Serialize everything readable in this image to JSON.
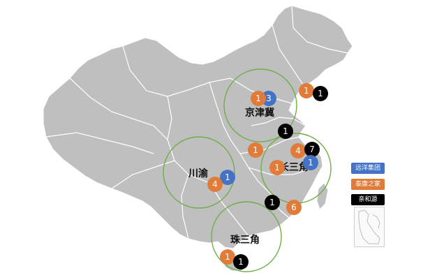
{
  "map": {
    "regions": [
      {
        "key": "jjj",
        "name": "京津冀"
      },
      {
        "key": "cy",
        "name": "川渝"
      },
      {
        "key": "csj",
        "name": "长三角"
      },
      {
        "key": "zsj",
        "name": "珠三角"
      }
    ],
    "markers": [
      {
        "brand": "yuanyang",
        "value": "3"
      },
      {
        "brand": "taikang",
        "value": "1"
      },
      {
        "brand": "taikang",
        "value": "1"
      },
      {
        "brand": "qinheyuan",
        "value": "1"
      },
      {
        "brand": "qinheyuan",
        "value": "1"
      },
      {
        "brand": "taikang",
        "value": "1"
      },
      {
        "brand": "taikang",
        "value": "4"
      },
      {
        "brand": "qinheyuan",
        "value": "7"
      },
      {
        "brand": "yuanyang",
        "value": "1"
      },
      {
        "brand": "taikang",
        "value": "1"
      },
      {
        "brand": "yuanyang",
        "value": "1"
      },
      {
        "brand": "taikang",
        "value": "4"
      },
      {
        "brand": "qinheyuan",
        "value": "1"
      },
      {
        "brand": "taikang",
        "value": "6"
      },
      {
        "brand": "taikang",
        "value": "1"
      },
      {
        "brand": "qinheyuan",
        "value": "1"
      }
    ]
  },
  "legend": [
    {
      "brand": "yuanyang",
      "label": "远洋集团",
      "color": "#4472c4"
    },
    {
      "brand": "taikang",
      "label": "泰康之家",
      "color": "#e07b39"
    },
    {
      "brand": "qinheyuan",
      "label": "亲和源",
      "color": "#000000"
    }
  ],
  "colors": {
    "land": "#bfbfbf",
    "border": "#ffffff",
    "circle": "#70ad47"
  }
}
